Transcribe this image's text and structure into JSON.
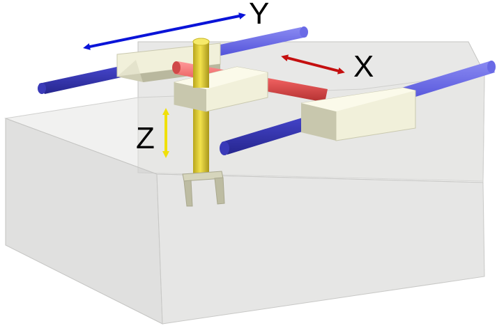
{
  "diagram": {
    "labels": {
      "y_axis": "Y",
      "x_axis": "X",
      "z_axis": "Z"
    },
    "colors": {
      "y_rail": "#4b4bd6",
      "x_rail": "#e85a5a",
      "z_column": "#e7d63c",
      "y_arrow": "#0a14d8",
      "x_arrow": "#c40f0f",
      "z_arrow": "#f0e00a",
      "carriage": "#f1f0da",
      "workspace_box": "#d8d8d6"
    }
  }
}
